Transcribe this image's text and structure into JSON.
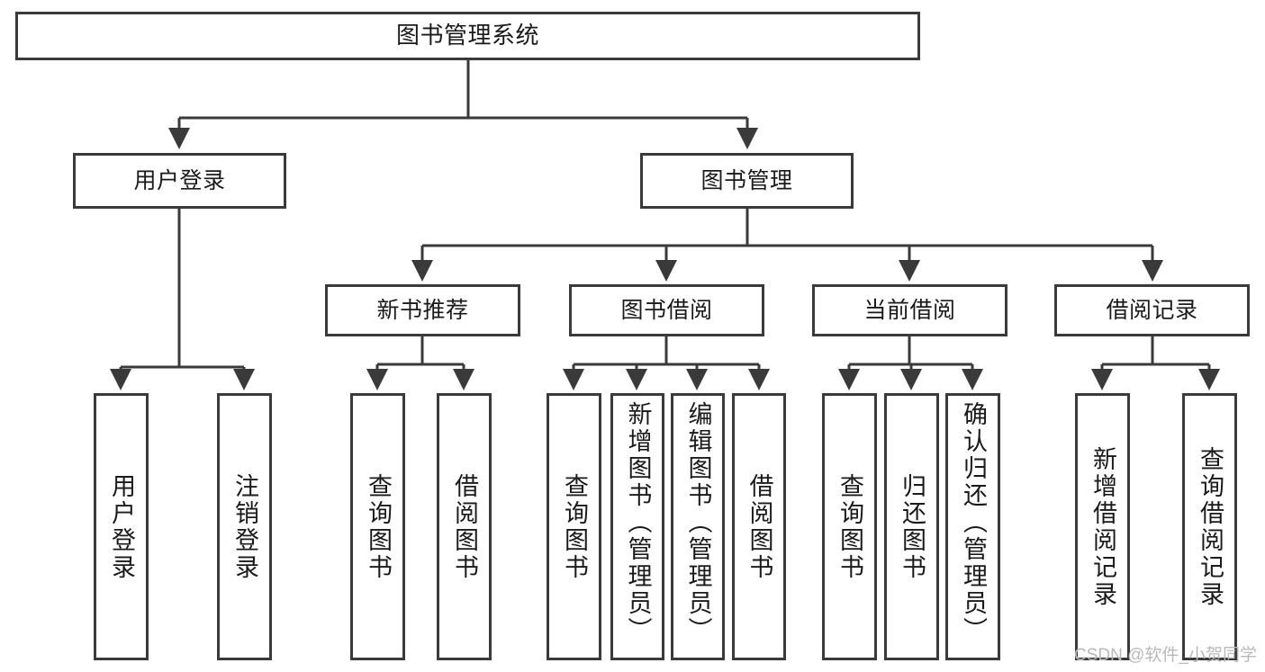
{
  "diagram": {
    "type": "tree-hierarchy",
    "title": "图书管理系统",
    "watermark": "CSDN @软件_小贺同学",
    "colors": {
      "border": "#3a3a3a",
      "background": "#ffffff",
      "text": "#1a1a1a",
      "watermark": "#b9b9b9"
    },
    "levels": {
      "root": {
        "label": "图书管理系统"
      },
      "level2": [
        {
          "label": "用户登录"
        },
        {
          "label": "图书管理"
        }
      ],
      "level3": [
        {
          "label": "新书推荐"
        },
        {
          "label": "图书借阅"
        },
        {
          "label": "当前借阅"
        },
        {
          "label": "借阅记录"
        }
      ],
      "leaves": {
        "user_login": [
          {
            "label": "用户登录"
          },
          {
            "label": "注销登录"
          }
        ],
        "new_book_recommend": [
          {
            "label": "查询图书"
          },
          {
            "label": "借阅图书"
          }
        ],
        "book_borrow": [
          {
            "label": "查询图书"
          },
          {
            "label": "新增图书（管理员）"
          },
          {
            "label": "编辑图书（管理员）"
          },
          {
            "label": "借阅图书"
          }
        ],
        "current_borrow": [
          {
            "label": "查询图书"
          },
          {
            "label": "归还图书"
          },
          {
            "label": "确认归还（管理员）"
          }
        ],
        "borrow_record": [
          {
            "label": "新增借阅记录"
          },
          {
            "label": "查询借阅记录"
          }
        ]
      }
    }
  }
}
